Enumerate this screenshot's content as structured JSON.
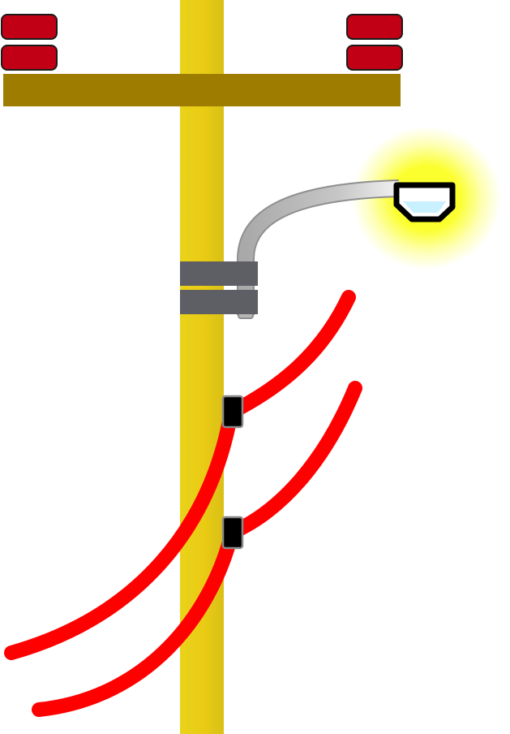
{
  "scene": {
    "colors": {
      "background": "#ffffff",
      "pole_light": "#f4e21a",
      "pole_dark": "#e2c315",
      "crossarm": "#9e7c00",
      "insulator": "#c20015",
      "insulator_outline": "#1a1a1a",
      "lamp_arm": "#b9b9b9",
      "lamp_arm_dark": "#9a9a9a",
      "lamp_glow": "#fbff24",
      "lamp_housing": "#000000",
      "lamp_lens": "#c8f0ff",
      "clamp": "#5e5f65",
      "cable": "#ff0000",
      "cable_clip": "#000000",
      "cable_clip_border": "#8a8a8a"
    },
    "parts": {
      "pole": "utility-pole",
      "crossarm": "crossarm",
      "insulators": "insulator",
      "street_lamp": "street-lamp",
      "clamp": "pole-clamp",
      "cables": "power-cable",
      "clips": "cable-clip"
    }
  }
}
